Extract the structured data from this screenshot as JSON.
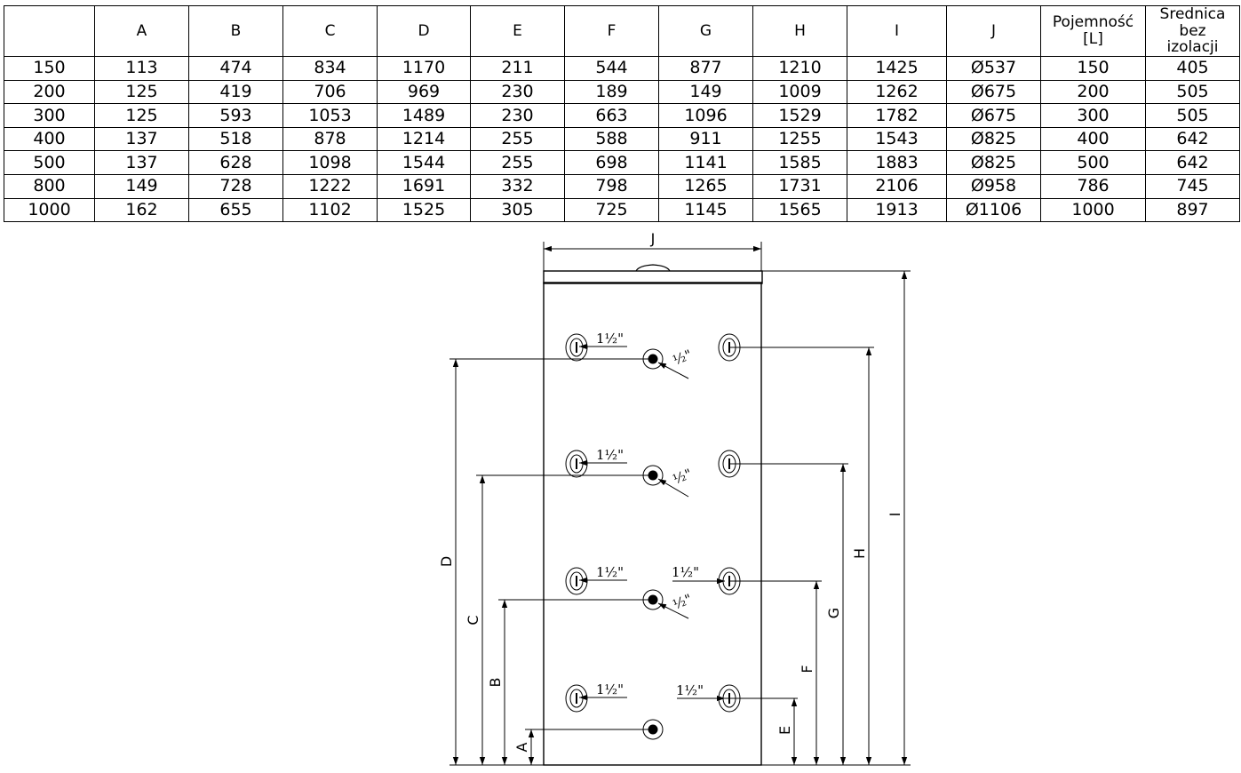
{
  "table": {
    "headers": [
      "",
      "A",
      "B",
      "C",
      "D",
      "E",
      "F",
      "G",
      "H",
      "I",
      "J",
      "Pojemność [L]",
      "Srednica bez izolacji"
    ],
    "rows": [
      [
        "150",
        "113",
        "474",
        "834",
        "1170",
        "211",
        "544",
        "877",
        "1210",
        "1425",
        "Ø537",
        "150",
        "405"
      ],
      [
        "200",
        "125",
        "419",
        "706",
        "969",
        "230",
        "189",
        "149",
        "1009",
        "1262",
        "Ø675",
        "200",
        "505"
      ],
      [
        "300",
        "125",
        "593",
        "1053",
        "1489",
        "230",
        "663",
        "1096",
        "1529",
        "1782",
        "Ø675",
        "300",
        "505"
      ],
      [
        "400",
        "137",
        "518",
        "878",
        "1214",
        "255",
        "588",
        "911",
        "1255",
        "1543",
        "Ø825",
        "400",
        "642"
      ],
      [
        "500",
        "137",
        "628",
        "1098",
        "1544",
        "255",
        "698",
        "1141",
        "1585",
        "1883",
        "Ø825",
        "500",
        "642"
      ],
      [
        "800",
        "149",
        "728",
        "1222",
        "1691",
        "332",
        "798",
        "1265",
        "1731",
        "2106",
        "Ø958",
        "786",
        "745"
      ],
      [
        "1000",
        "162",
        "655",
        "1102",
        "1525",
        "305",
        "725",
        "1145",
        "1565",
        "1913",
        "Ø1106",
        "1000",
        "897"
      ]
    ]
  },
  "diagram": {
    "dimension_labels": {
      "A": "A",
      "B": "B",
      "C": "C",
      "D": "D",
      "E": "E",
      "F": "F",
      "G": "G",
      "H": "H",
      "I": "I",
      "J": "J"
    },
    "connection_sizes": {
      "large": "1½\"",
      "small": "½\""
    }
  }
}
